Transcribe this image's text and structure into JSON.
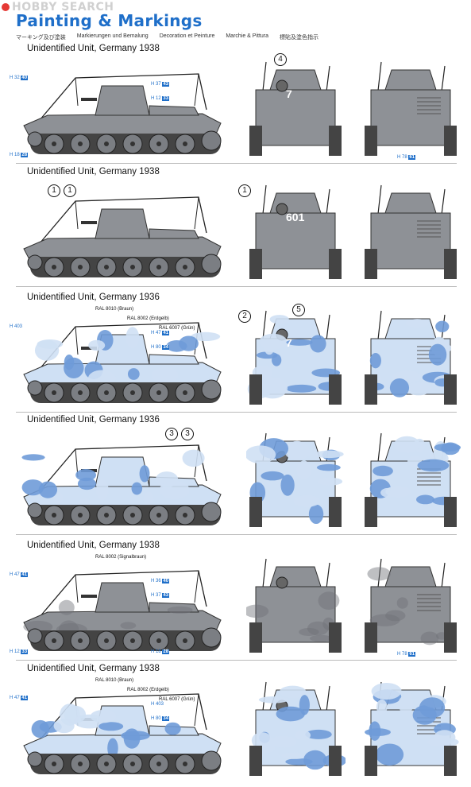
{
  "header": {
    "logo": "HOBBY SEARCH",
    "title": "Painting & Markings",
    "subtitles": [
      "マーキング及び塗装",
      "Markierungen und Bemalung",
      "Decoration et Peinture",
      "Marchie & Pittura",
      "標貼及塗色指示"
    ]
  },
  "sections": [
    {
      "title": "Unidentified Unit, Germany 1938",
      "scheme": "grey",
      "side_tags": [
        {
          "text": "H 32",
          "num": "40"
        },
        {
          "text": "H 37",
          "num": "43"
        },
        {
          "text": "H 12",
          "num": "33"
        },
        {
          "text": "H 18",
          "num": "28"
        }
      ],
      "rear_tag": {
        "text": "H 78",
        "num": "61"
      },
      "callouts": [
        {
          "text": "4"
        }
      ],
      "turret_number": "7",
      "color_labels": []
    },
    {
      "title": "Unidentified Unit, Germany 1938",
      "scheme": "grey",
      "side_tags": [],
      "rear_tag": null,
      "callouts": [
        {
          "text": "1"
        },
        {
          "text": "1"
        },
        {
          "text": "1"
        }
      ],
      "turret_number": "601",
      "color_labels": []
    },
    {
      "title": "Unidentified Unit, Germany 1936",
      "scheme": "camo",
      "side_tags": [
        {
          "text": "H 403",
          "num": ""
        },
        {
          "text": "H 47",
          "num": "41"
        },
        {
          "text": "H 80",
          "num": "34"
        }
      ],
      "rear_tag": null,
      "callouts": [
        {
          "text": "2"
        },
        {
          "text": "5"
        }
      ],
      "turret_number": "7",
      "color_labels": [
        "RAL 8010 (Braun)",
        "RAL 8002 (Erdgelb)",
        "RAL 6007 (Grün)"
      ]
    },
    {
      "title": "Unidentified Unit, Germany 1936",
      "scheme": "camo",
      "side_tags": [],
      "rear_tag": null,
      "callouts": [
        {
          "text": "3"
        },
        {
          "text": "3"
        }
      ],
      "turret_number": "",
      "color_labels": []
    },
    {
      "title": "Unidentified Unit, Germany 1938",
      "scheme": "greycamo",
      "side_tags": [
        {
          "text": "H 47",
          "num": "41"
        },
        {
          "text": "H 36",
          "num": "40"
        },
        {
          "text": "H 37",
          "num": "43"
        },
        {
          "text": "H 12",
          "num": "33"
        },
        {
          "text": "H 18",
          "num": "28"
        }
      ],
      "rear_tag": {
        "text": "H 78",
        "num": "61"
      },
      "callouts": [],
      "turret_number": "",
      "color_labels": [
        "RAL 8002 (Signalbraun)"
      ]
    },
    {
      "title": "Unidentified Unit, Germany 1938",
      "scheme": "camo",
      "side_tags": [
        {
          "text": "H 47",
          "num": "41"
        },
        {
          "text": "H 403",
          "num": ""
        },
        {
          "text": "H 80",
          "num": "34"
        }
      ],
      "rear_tag": null,
      "callouts": [],
      "turret_number": "",
      "color_labels": [
        "RAL 8010 (Braun)",
        "RAL 8002 (Erdgelb)",
        "RAL 6007 (Grün)"
      ]
    }
  ],
  "colors": {
    "grey": "#8e9196",
    "grey_dark": "#6f7277",
    "camo_blue": "#6f9bd8",
    "camo_light": "#cfe0f4",
    "accent": "#1f6fc9"
  }
}
